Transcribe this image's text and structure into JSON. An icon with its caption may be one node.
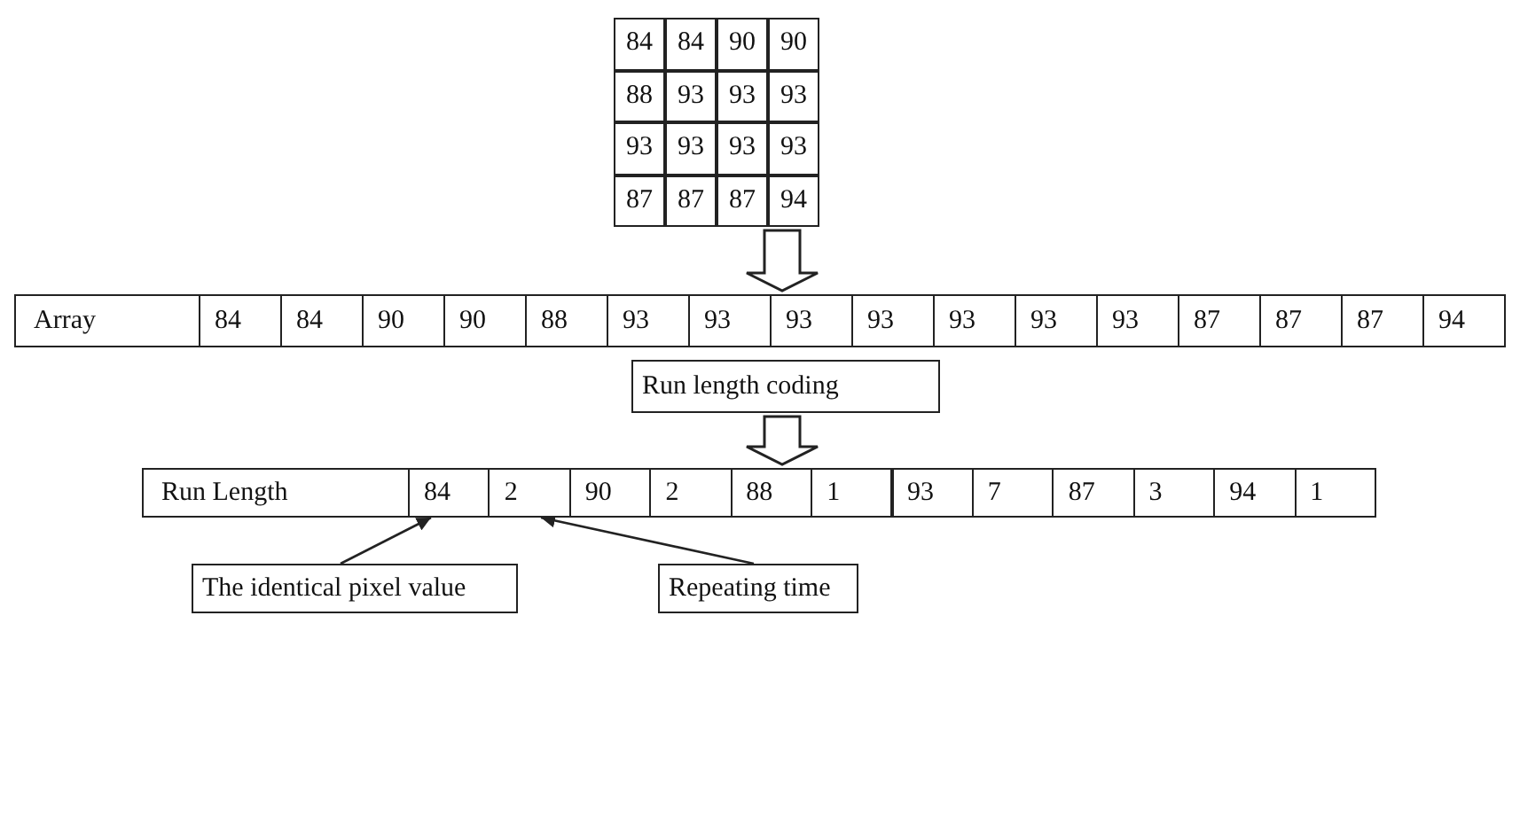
{
  "diagram": {
    "nodes": [
      {
        "text": [
          "84",
          "84",
          "90",
          "90",
          "88",
          "93",
          "93",
          "93",
          "93",
          "93",
          "93",
          "93",
          "87",
          "87",
          "87",
          "94"
        ]
      },
      {
        "text": [
          "Array",
          "84",
          "84",
          "90",
          "90",
          "88",
          "93",
          "93",
          "93",
          "93",
          "93",
          "93",
          "93",
          "87",
          "87",
          "87",
          "94"
        ]
      },
      {
        "text": [
          "Run length coding"
        ]
      },
      {
        "text": [
          "Run Length"
        ]
      },
      {
        "text": [
          "84"
        ],
        "in": 3
      },
      {
        "text": [
          "2"
        ],
        "in": 3
      },
      {
        "text": [
          "90"
        ],
        "in": 3
      },
      {
        "text": [
          "2"
        ],
        "in": 3
      },
      {
        "text": [
          "88"
        ],
        "in": 3
      },
      {
        "text": [
          "1"
        ],
        "in": 3
      },
      {
        "text": [
          "93"
        ],
        "in": 3
      },
      {
        "text": [
          "7"
        ],
        "in": 3
      },
      {
        "text": [
          "87"
        ],
        "in": 3
      },
      {
        "text": [
          "3"
        ],
        "in": 3
      },
      {
        "text": [
          "94"
        ],
        "in": 3
      },
      {
        "text": [
          "1"
        ],
        "in": 3
      },
      {
        "text": [
          "The identical pixel value"
        ]
      },
      {
        "text": [
          "Repeating time"
        ]
      }
    ],
    "edges": [
      {
        "from": 0,
        "to": 1,
        "arrow": "to",
        "style": "thick"
      },
      {
        "from": 2,
        "to": 3,
        "arrow": "to",
        "style": "thick"
      },
      {
        "from": 16,
        "to": 4,
        "arrow": "to"
      },
      {
        "from": 17,
        "to": 5,
        "arrow": "to"
      }
    ]
  }
}
